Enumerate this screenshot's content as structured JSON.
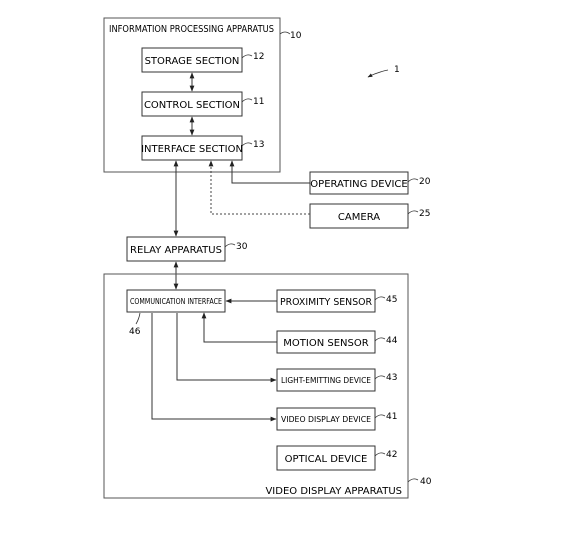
{
  "system_ref": "1",
  "info_apparatus": {
    "title": "INFORMATION PROCESSING APPARATUS",
    "ref": "10",
    "storage": {
      "label": "STORAGE SECTION",
      "ref": "12"
    },
    "control": {
      "label": "CONTROL SECTION",
      "ref": "11"
    },
    "interface": {
      "label": "INTERFACE SECTION",
      "ref": "13"
    }
  },
  "operating_device": {
    "label": "OPERATING DEVICE",
    "ref": "20"
  },
  "camera": {
    "label": "CAMERA",
    "ref": "25"
  },
  "relay": {
    "label": "RELAY APPARATUS",
    "ref": "30"
  },
  "video_apparatus": {
    "title": "VIDEO DISPLAY APPARATUS",
    "ref": "40",
    "comm_interface": {
      "label": "COMMUNICATION INTERFACE",
      "ref": "46"
    },
    "proximity_sensor": {
      "label": "PROXIMITY SENSOR",
      "ref": "45"
    },
    "motion_sensor": {
      "label": "MOTION SENSOR",
      "ref": "44"
    },
    "light_emitting": {
      "label": "LIGHT-EMITTING DEVICE",
      "ref": "43"
    },
    "video_display": {
      "label": "VIDEO DISPLAY DEVICE",
      "ref": "41"
    },
    "optical": {
      "label": "OPTICAL DEVICE",
      "ref": "42"
    }
  }
}
